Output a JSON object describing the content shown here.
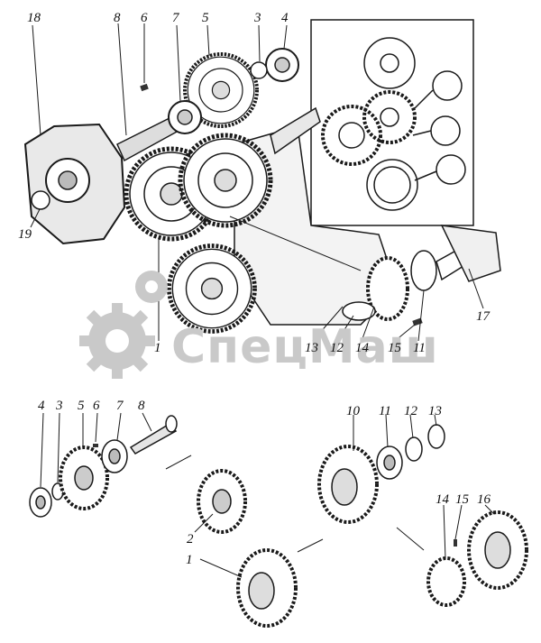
{
  "watermark": {
    "text": "СпецМаш",
    "icon": "gear-icon"
  },
  "labels": {
    "top": [
      "18",
      "8",
      "6",
      "7",
      "5",
      "3",
      "4",
      "19",
      "1",
      "13",
      "12",
      "14",
      "15",
      "11",
      "17"
    ],
    "bottom_left": [
      "4",
      "3",
      "5",
      "6",
      "7",
      "8",
      "2",
      "1"
    ],
    "bottom_right": [
      "10",
      "11",
      "12",
      "13",
      "14",
      "15",
      "16"
    ]
  },
  "colors": {
    "line": "#1a1a1a",
    "watermark": "#c9c9c9"
  }
}
